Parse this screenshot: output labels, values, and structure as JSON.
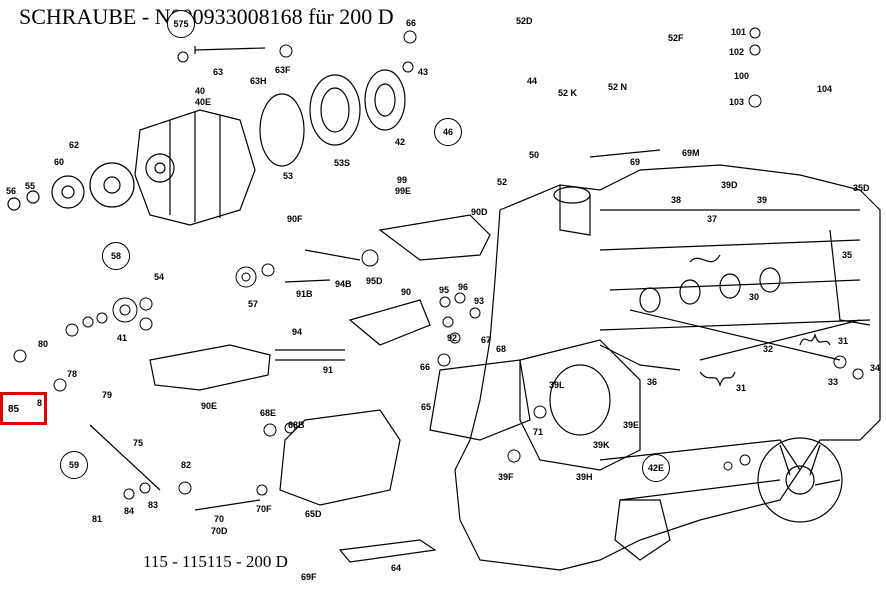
{
  "title": "SCHRAUBE - N000933008168 für 200 D",
  "footer": "115 - 115115 - 200 D",
  "highlight_color": "#e00000",
  "highlighted_part": "85",
  "callouts": {
    "c575": "575",
    "c46": "46",
    "c58": "58",
    "c59": "59",
    "c42e": "42E"
  },
  "labels": {
    "l66a": "66",
    "l52d": "52D",
    "l43": "43",
    "l63": "63",
    "l63h": "63H",
    "l63f": "63F",
    "l52f": "52F",
    "l101": "101",
    "l102": "102",
    "l100": "100",
    "l103": "103",
    "l104": "104",
    "l40": "40",
    "l40e": "40E",
    "l44": "44",
    "l52k": "52 K",
    "l52n": "52 N",
    "l62": "62",
    "l60": "60",
    "l56": "56",
    "l55": "55",
    "l53": "53",
    "l53s": "53S",
    "l42": "42",
    "l50": "50",
    "l52": "52",
    "l69": "69",
    "l69m": "69M",
    "l99": "99",
    "l99e": "99E",
    "l38": "38",
    "l39d": "39D",
    "l39": "39",
    "l35d": "35D",
    "l90f": "90F",
    "l90d": "90D",
    "l37": "37",
    "l35": "35",
    "l54": "54",
    "l57": "57",
    "l91b": "91B",
    "l94b": "94B",
    "l95d": "95D",
    "l90": "90",
    "l95": "95",
    "l96": "96",
    "l93": "93",
    "l30": "30",
    "l41": "41",
    "l80": "80",
    "l78": "78",
    "l8": "8",
    "l79": "79",
    "l94": "94",
    "l92": "92",
    "l67": "67",
    "l68": "68",
    "l91": "91",
    "l32": "32",
    "l31a": "31",
    "l31b": "31",
    "l33": "33",
    "l34": "34",
    "l36": "36",
    "l90e": "90E",
    "l66b": "66",
    "l65": "65",
    "l39l": "39L",
    "l68e": "68E",
    "l68b": "68B",
    "l75": "75",
    "l71": "71",
    "l39e": "39E",
    "l39k": "39K",
    "l39f": "39F",
    "l39h": "39H",
    "l82": "82",
    "l81": "81",
    "l84": "84",
    "l83": "83",
    "l70": "70",
    "l70d": "70D",
    "l70f": "70F",
    "l65d": "65D",
    "l69f": "69F",
    "l64": "64"
  },
  "icons": {
    "alternator": "alternator-icon",
    "engine_block": "engine-block-icon",
    "timing_cover": "timing-cover-icon"
  }
}
